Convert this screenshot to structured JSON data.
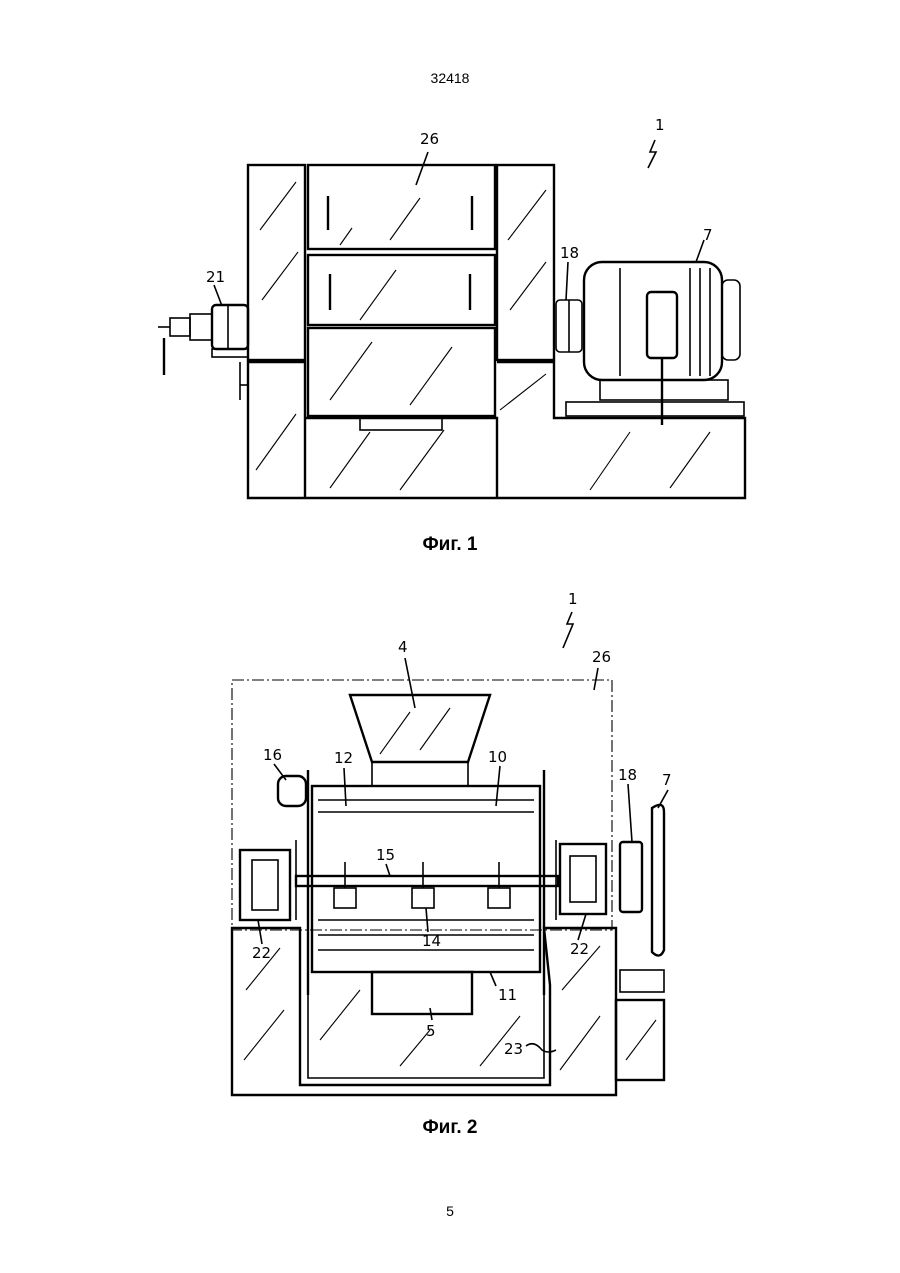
{
  "document": {
    "page_number_top": "32418",
    "page_number_bottom": "5"
  },
  "figures": [
    {
      "caption": "Фиг. 1",
      "labels": [
        "1",
        "26",
        "7",
        "18",
        "21"
      ]
    },
    {
      "caption": "Фиг. 2",
      "labels": [
        "1",
        "26",
        "4",
        "16",
        "12",
        "10",
        "18",
        "7",
        "15",
        "14",
        "22",
        "22",
        "11",
        "5",
        "23"
      ]
    }
  ]
}
